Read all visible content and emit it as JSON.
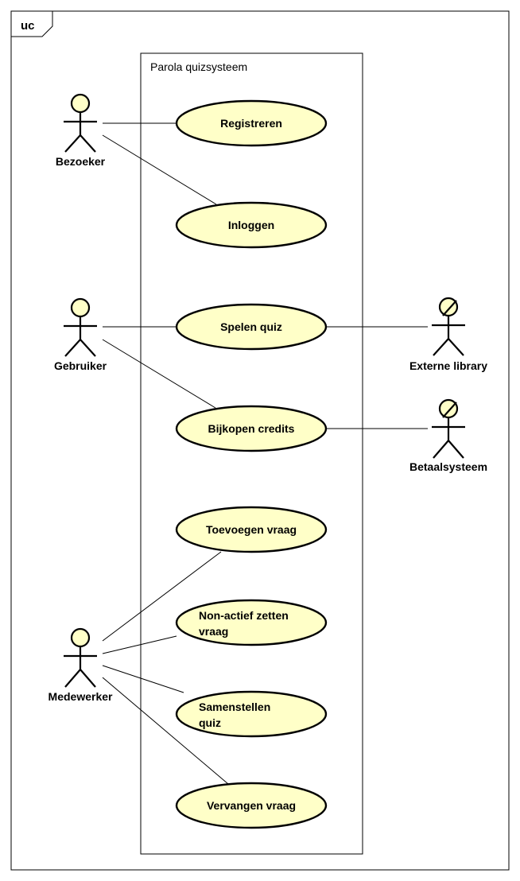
{
  "frame_tag": "uc",
  "system_name": "Parola quizsysteem",
  "actors": {
    "bezoeker": "Bezoeker",
    "gebruiker": "Gebruiker",
    "medewerker": "Medewerker",
    "externe_library": "Externe library",
    "betaalsysteem": "Betaalsysteem"
  },
  "use_cases": {
    "registreren": [
      "Registreren"
    ],
    "inloggen": [
      "Inloggen"
    ],
    "spelen_quiz": [
      "Spelen quiz"
    ],
    "bijkopen_credits": [
      "Bijkopen credits"
    ],
    "toevoegen_vraag": [
      "Toevoegen vraag"
    ],
    "non_actief_zetten_vraag": [
      "Non-actief zetten",
      "vraag"
    ],
    "samenstellen_quiz": [
      "Samenstellen",
      "quiz"
    ],
    "vervangen_vraag": [
      "Vervangen vraag"
    ]
  },
  "colors": {
    "fill": "#ffffc8",
    "stroke": "#000000"
  }
}
